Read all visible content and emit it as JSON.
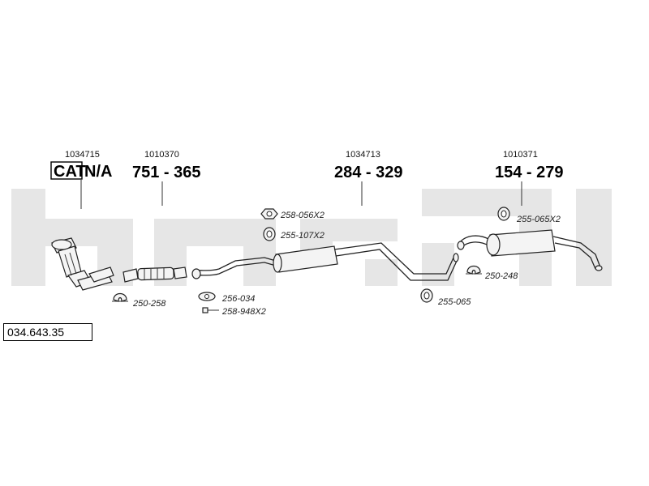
{
  "assembly_number": "034.643.35",
  "watermark_text": "bosal",
  "parts": [
    {
      "part_no": "1034715",
      "badge": "CAT",
      "price": "N/A"
    },
    {
      "part_no": "1010370",
      "price": "751 - 365"
    },
    {
      "part_no": "1034713",
      "price": "284 - 329"
    },
    {
      "part_no": "1010371",
      "price": "154 - 279"
    }
  ],
  "hardware": [
    "258-056X2",
    "255-107X2",
    "250-258",
    "256-034",
    "258-948X2",
    "255-065",
    "250-248",
    "255-065X2"
  ],
  "colors": {
    "watermark": "#e6e6e6",
    "ink": "#111111"
  }
}
